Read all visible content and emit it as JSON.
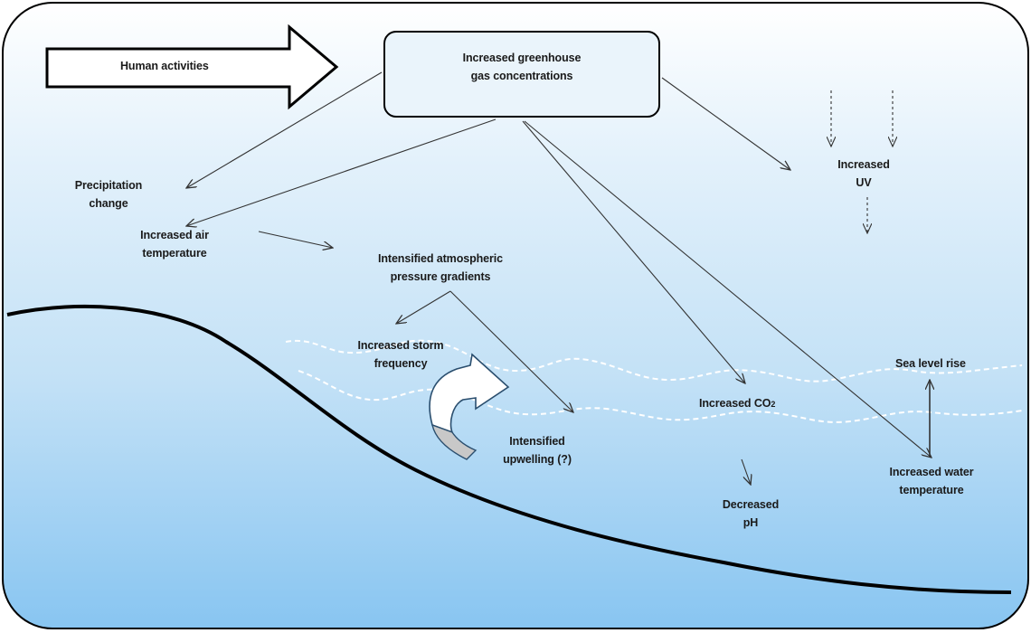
{
  "labels": {
    "human_activities": "Human activities",
    "greenhouse_line1": "Increased greenhouse",
    "greenhouse_line2": "gas concentrations",
    "precip_line1": "Precipitation",
    "precip_line2": "change",
    "air_temp_line1": "Increased air",
    "air_temp_line2": "temperature",
    "pressure_line1": "Intensified atmospheric",
    "pressure_line2": "pressure gradients",
    "uv_line1": "Increased",
    "uv_line2": "UV",
    "storm_line1": "Increased storm",
    "storm_line2": "frequency",
    "upwelling_line1": "Intensified",
    "upwelling_line2": "upwelling (?)",
    "co2_main": "Increased CO",
    "co2_sub": "2",
    "ph_line1": "Decreased",
    "ph_line2": "pH",
    "sea_level": "Sea level rise",
    "water_temp_line1": "Increased water",
    "water_temp_line2": "temperature"
  },
  "colors": {
    "sky_top": "#ffffff",
    "sea_bottom": "#8cc8f2",
    "outline": "#000000",
    "arrow": "#444444",
    "wave": "#ffffff",
    "upwelling_arrow_fill": "#ffffff",
    "upwelling_arrow_tail": "#c8c8c8"
  }
}
